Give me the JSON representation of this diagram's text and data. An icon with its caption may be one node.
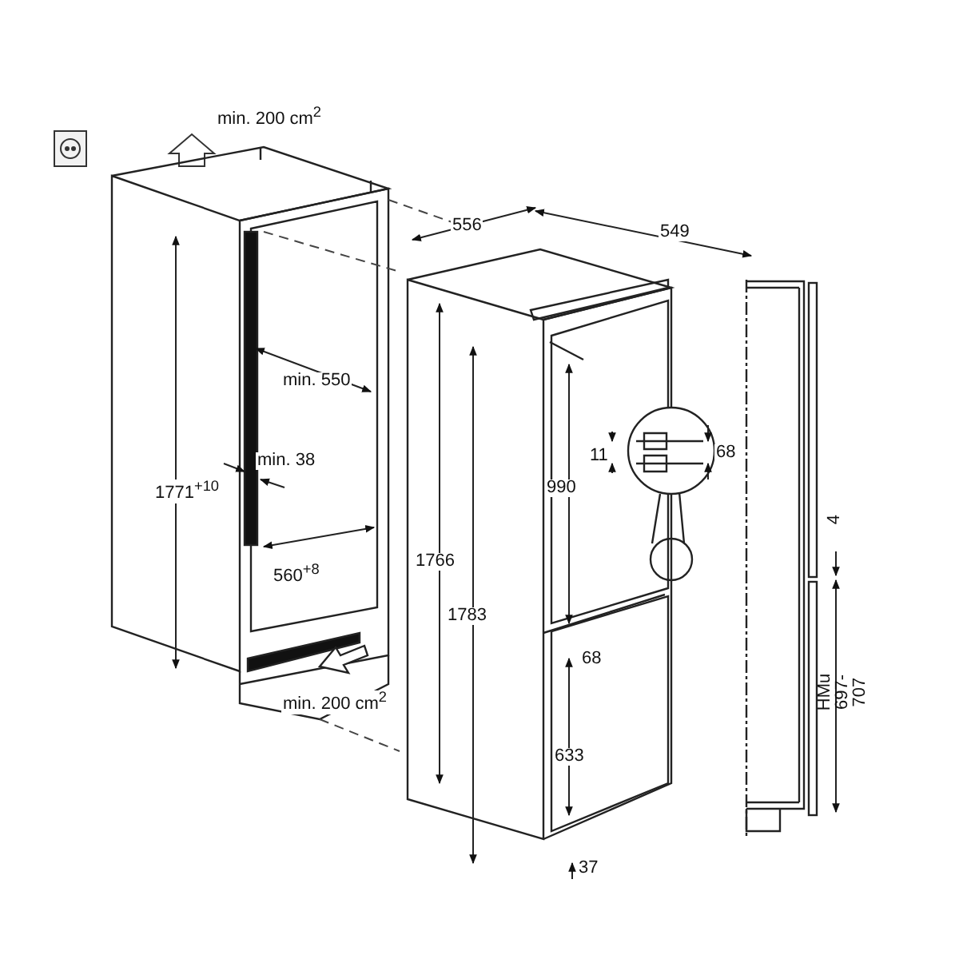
{
  "diagram": {
    "labels": [
      "min. 200 cm$^{2}$",
      "min. 550",
      "min. 38",
      "1771$^{+10}$",
      "560$^{+8}$",
      "min. 200 cm$^{2}$",
      "556",
      "549",
      "1766",
      "1783",
      "990",
      "11",
      "68",
      "68",
      "633",
      "37",
      "4",
      "HMu 697-707"
    ]
  }
}
